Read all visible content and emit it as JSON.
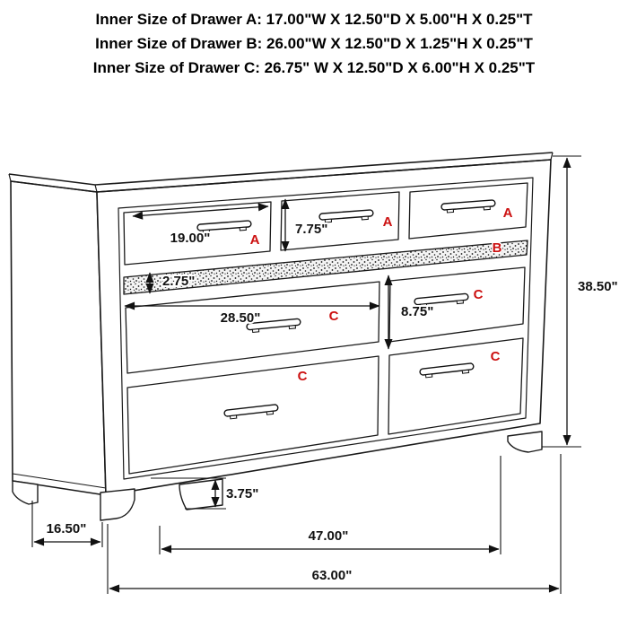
{
  "header": {
    "lines": [
      "Inner Size of Drawer A: 17.00\"W X 12.50\"D X 5.00\"H X 0.25\"T",
      "Inner Size of Drawer B: 26.00\"W X 12.50\"D X 1.25\"H X 0.25\"T",
      "Inner Size of Drawer C: 26.75\" W X 12.50\"D X 6.00\"H X 0.25\"T"
    ]
  },
  "diagram": {
    "labels": {
      "top_left_drawer": "A",
      "top_middle_drawer": "A",
      "top_right_drawer": "A",
      "jewelry_drawer": "B",
      "upper_right_drawer": "C",
      "upper_wide_drawer": "C",
      "lower_right_drawer": "C",
      "lower_wide_drawer": "C"
    },
    "dimensions": {
      "top_drawer_width": "19.00\"",
      "top_drawer_height": "7.75\"",
      "jewelry_drawer_height": "2.75\"",
      "wide_drawer_width": "28.50\"",
      "bottom_drawer_height": "8.75\"",
      "overall_height": "38.50\"",
      "leg_height": "3.75\"",
      "overall_depth": "16.50\"",
      "leg_spacing": "47.00\"",
      "overall_width": "63.00\""
    },
    "colors": {
      "label_red": "#cc1111",
      "line": "#1a1a1a"
    }
  }
}
